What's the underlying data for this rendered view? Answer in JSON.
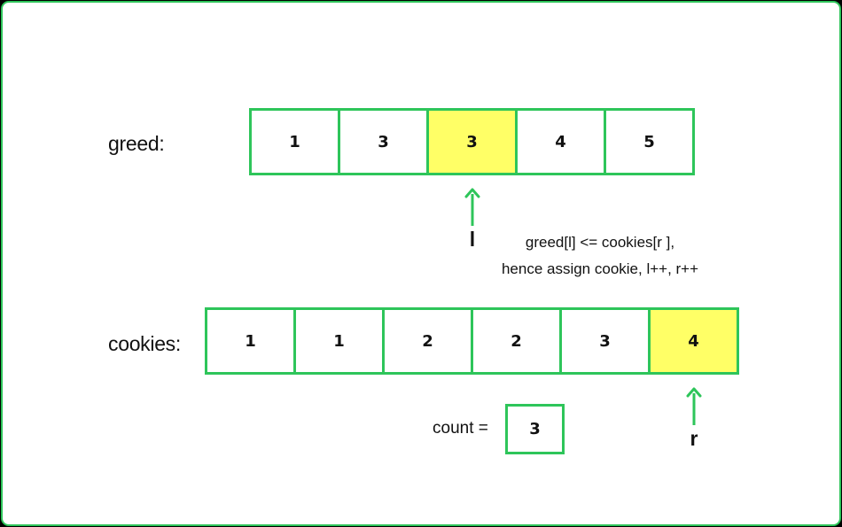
{
  "greed": {
    "label": "greed:",
    "values": [
      "1",
      "3",
      "3",
      "4",
      "5"
    ],
    "highlight_index": 2
  },
  "cookies": {
    "label": "cookies:",
    "values": [
      "1",
      "1",
      "2",
      "2",
      "3",
      "4"
    ],
    "highlight_index": 5
  },
  "pointers": {
    "l": "l",
    "r": "r"
  },
  "note": {
    "line1": "greed[l] <= cookies[r ],",
    "line2": "hence assign cookie, l++, r++"
  },
  "count": {
    "label": "count =",
    "value": "3"
  },
  "colors": {
    "border": "#2ec55a",
    "highlight": "#ffff66",
    "arrow": "#2ec55a"
  }
}
